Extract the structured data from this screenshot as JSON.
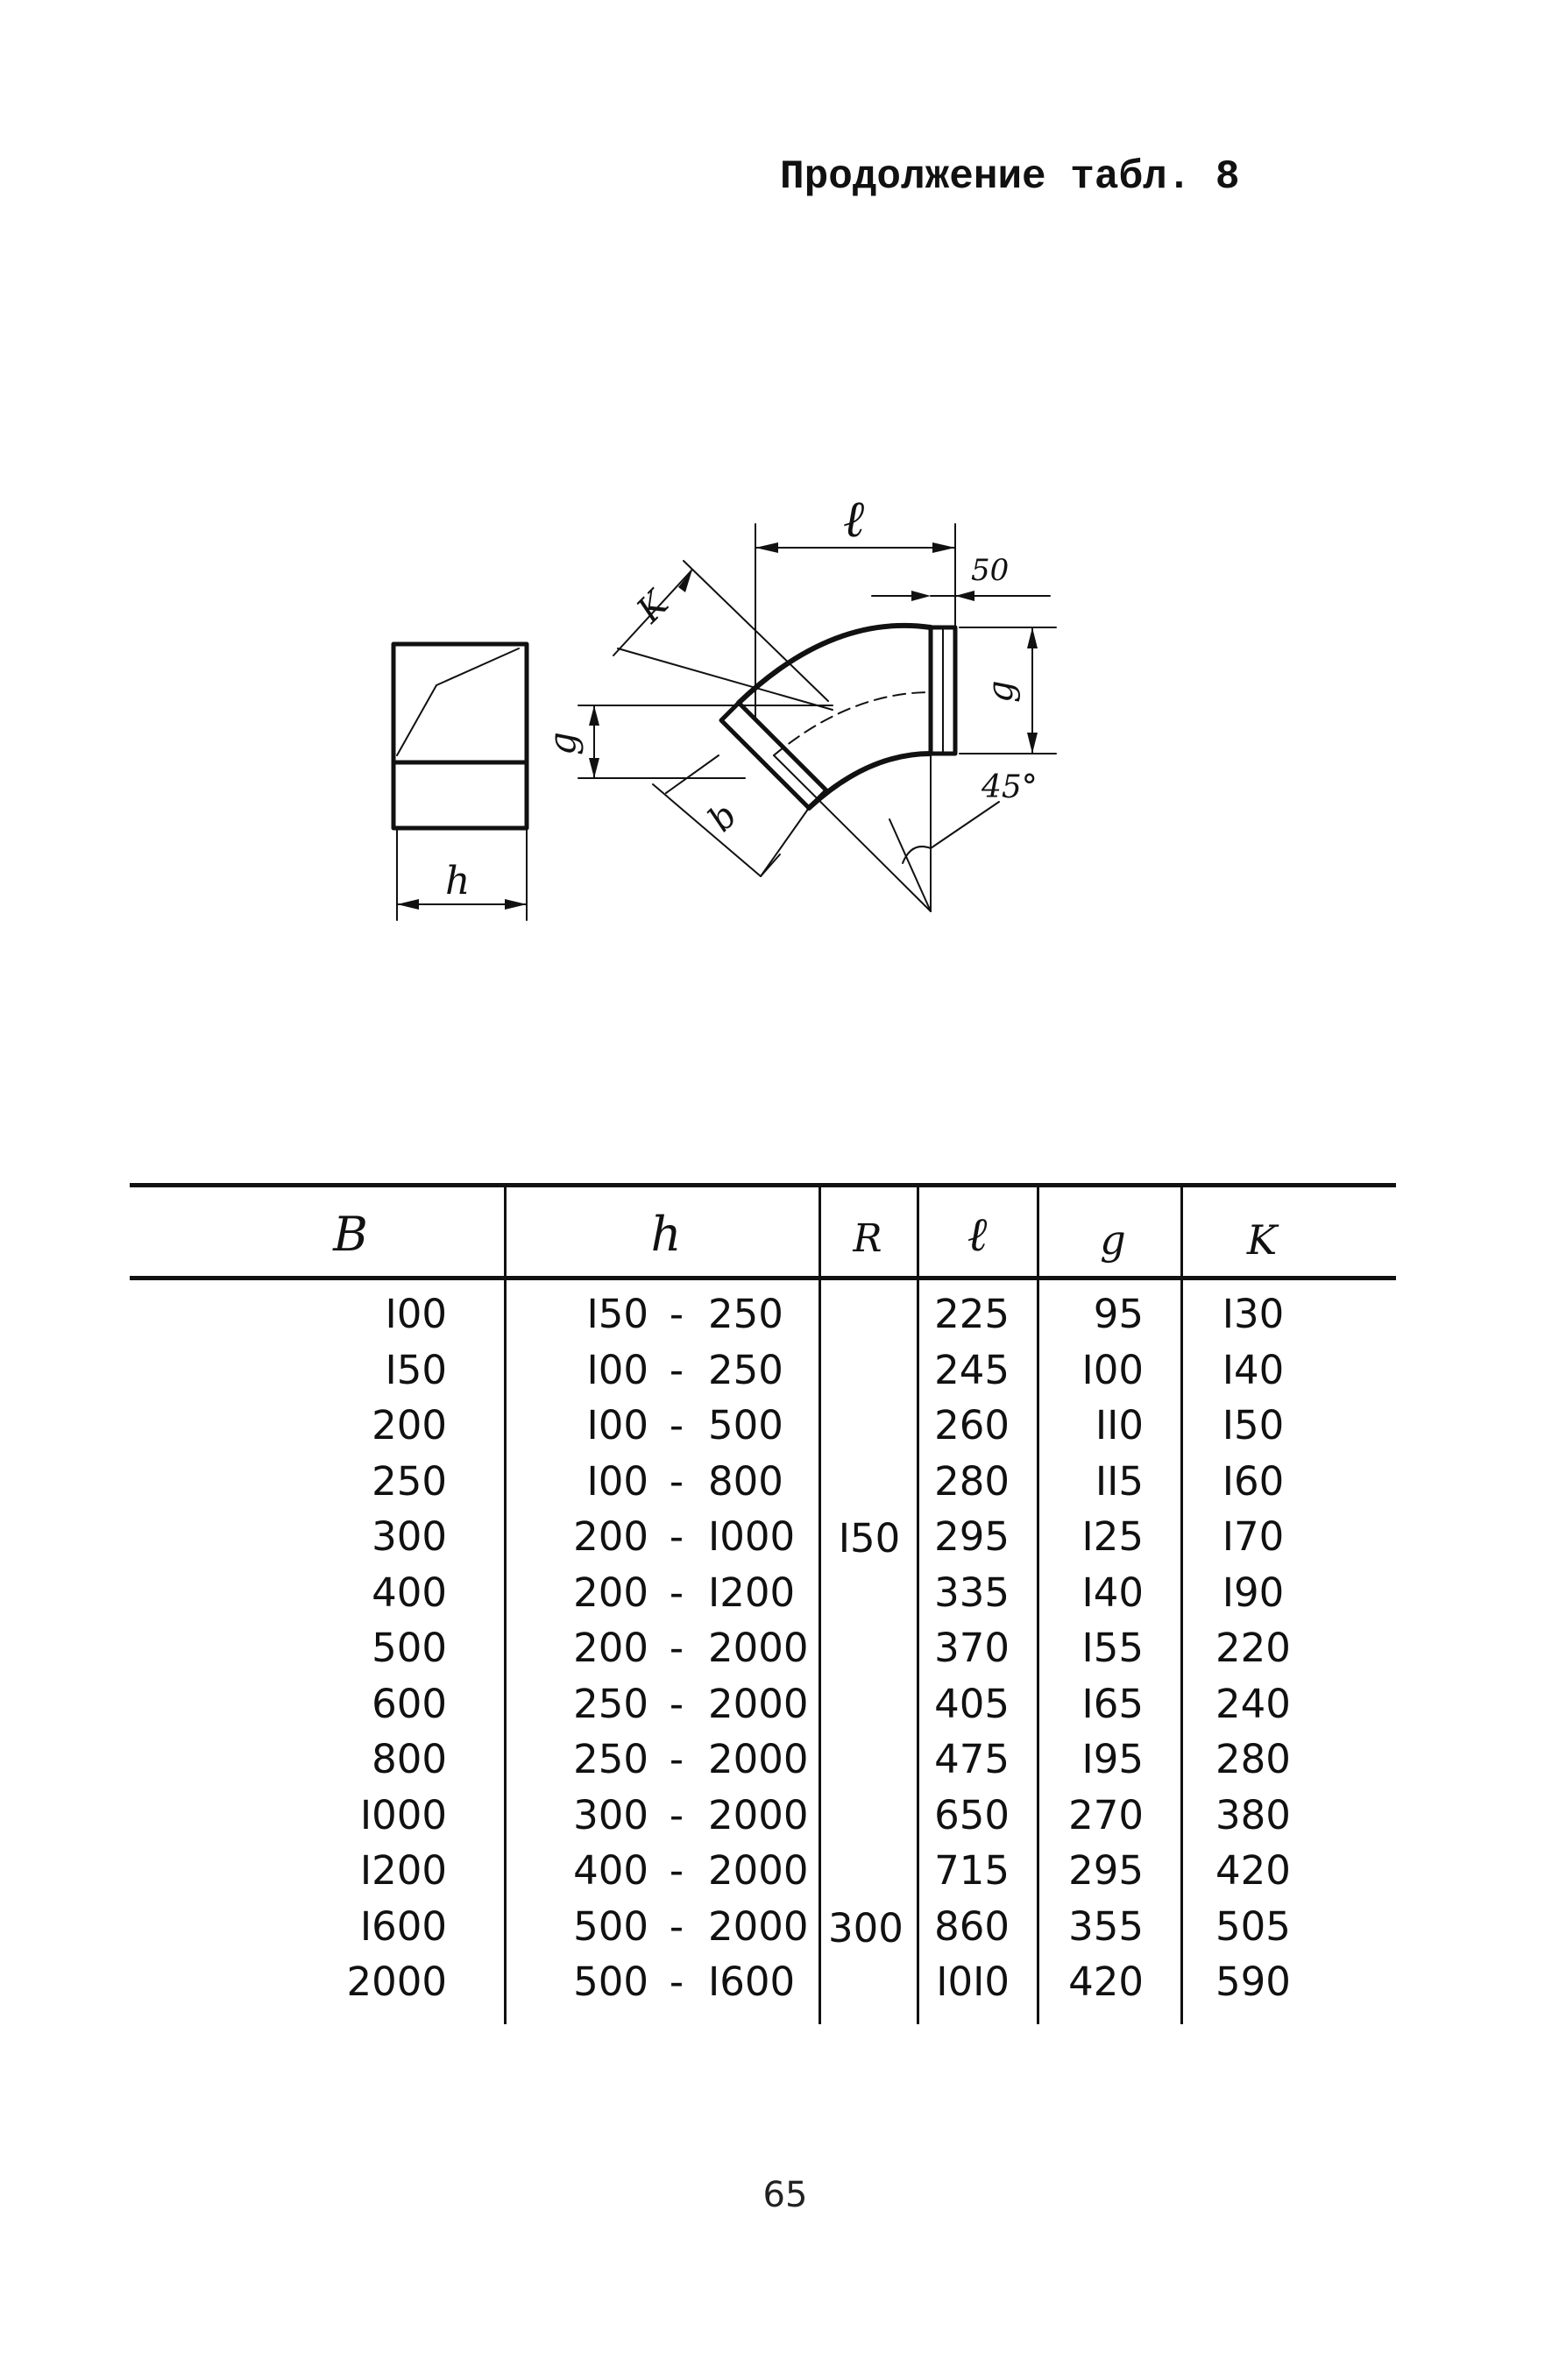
{
  "caption": "Продолжение табл. 8",
  "page_number": "65",
  "drawing": {
    "label_l": "ℓ",
    "label_50": "50",
    "label_k": "K",
    "label_g_left": "g",
    "label_g_right": "g",
    "label_b": "b",
    "label_h": "h",
    "label_angle": "45°"
  },
  "table": {
    "headers": {
      "b": "B",
      "h": "h",
      "R": "R",
      "l": "ℓ",
      "g": "g",
      "K": "K"
    },
    "R_values": {
      "upper": "I50",
      "lower": "300"
    },
    "rows": [
      {
        "b": "I00",
        "h_from": "I50",
        "h_to": "250",
        "l": "225",
        "g": "95",
        "K": "I30"
      },
      {
        "b": "I50",
        "h_from": "I00",
        "h_to": "250",
        "l": "245",
        "g": "I00",
        "K": "I40"
      },
      {
        "b": "200",
        "h_from": "I00",
        "h_to": "500",
        "l": "260",
        "g": "II0",
        "K": "I50"
      },
      {
        "b": "250",
        "h_from": "I00",
        "h_to": "800",
        "l": "280",
        "g": "II5",
        "K": "I60"
      },
      {
        "b": "300",
        "h_from": "200",
        "h_to": "I000",
        "l": "295",
        "g": "I25",
        "K": "I70"
      },
      {
        "b": "400",
        "h_from": "200",
        "h_to": "I200",
        "l": "335",
        "g": "I40",
        "K": "I90"
      },
      {
        "b": "500",
        "h_from": "200",
        "h_to": "2000",
        "l": "370",
        "g": "I55",
        "K": "220"
      },
      {
        "b": "600",
        "h_from": "250",
        "h_to": "2000",
        "l": "405",
        "g": "I65",
        "K": "240"
      },
      {
        "b": "800",
        "h_from": "250",
        "h_to": "2000",
        "l": "475",
        "g": "I95",
        "K": "280"
      },
      {
        "b": "I000",
        "h_from": "300",
        "h_to": "2000",
        "l": "650",
        "g": "270",
        "K": "380"
      },
      {
        "b": "I200",
        "h_from": "400",
        "h_to": "2000",
        "l": "715",
        "g": "295",
        "K": "420"
      },
      {
        "b": "I600",
        "h_from": "500",
        "h_to": "2000",
        "l": "860",
        "g": "355",
        "K": "505"
      },
      {
        "b": "2000",
        "h_from": "500",
        "h_to": "I600",
        "l": "I0I0",
        "g": "420",
        "K": "590"
      }
    ],
    "dash": "-"
  }
}
